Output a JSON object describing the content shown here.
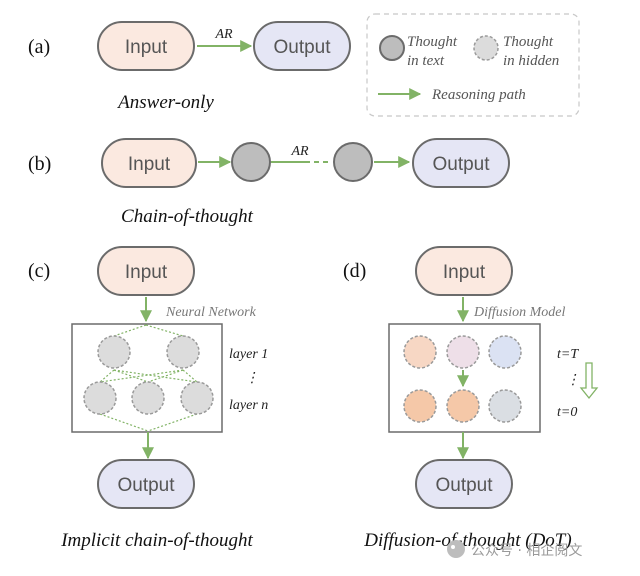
{
  "colors": {
    "input_fill": "#fbe9e0",
    "output_fill": "#e5e6f5",
    "node_stroke": "#6b6b6b",
    "arrow": "#82b366",
    "thought_text": "#bdbdbd",
    "hidden_gray": "#dcdcdc",
    "hidden_peach": "#f7d7c4",
    "hidden_pink": "#eedfe8",
    "hidden_blue": "#dbe2f3",
    "hidden_orange": "#f5c8a8",
    "hidden_grayblue": "#dadee3",
    "legend_border": "#c8c8c8"
  },
  "panels": {
    "a": {
      "label": "(a)",
      "input": "Input",
      "output": "Output",
      "arrow_label": "AR",
      "caption": "Answer-only"
    },
    "b": {
      "label": "(b)",
      "input": "Input",
      "output": "Output",
      "arrow_label": "AR",
      "caption": "Chain-of-thought"
    },
    "c": {
      "label": "(c)",
      "input": "Input",
      "output": "Output",
      "model_label": "Neural Network",
      "layer_1": "layer 1",
      "layer_dots": "⋮",
      "layer_n": "layer n",
      "caption": "Implicit chain-of-thought"
    },
    "d": {
      "label": "(d)",
      "input": "Input",
      "output": "Output",
      "model_label": "Diffusion Model",
      "t_start": "t=T",
      "t_dots": "⋮",
      "t_end": "t=0",
      "caption": "Diffusion-of-thought (DoT)"
    }
  },
  "legend": {
    "thought_text_line1": "Thought",
    "thought_text_line2": "in text",
    "thought_hidden_line1": "Thought",
    "thought_hidden_line2": "in hidden",
    "reasoning_path": "Reasoning path"
  },
  "watermark": "公众号 · 相企阅文"
}
